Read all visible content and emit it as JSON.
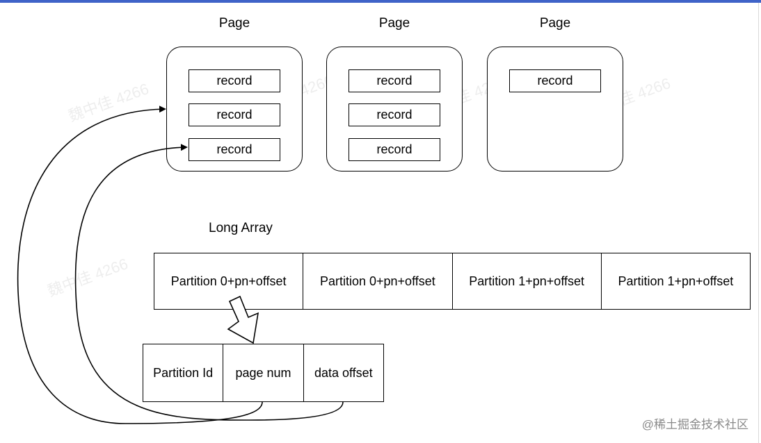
{
  "pages": [
    {
      "title": "Page",
      "records": [
        "record",
        "record",
        "record"
      ]
    },
    {
      "title": "Page",
      "records": [
        "record",
        "record",
        "record"
      ]
    },
    {
      "title": "Page",
      "records": [
        "record"
      ]
    }
  ],
  "long_array": {
    "label": "Long Array",
    "cells": [
      "Partition 0+pn+offset",
      "Partition 0+pn+offset",
      "Partition 1+pn+offset",
      "Partition 1+pn+offset"
    ]
  },
  "pointer_struct": {
    "fields": [
      "Partition Id",
      "page num",
      "data offset"
    ]
  },
  "watermark": "魏中佳 4266",
  "brand": "@稀土掘金技术社区",
  "colors": {
    "top_bar": "#3f63c8",
    "stroke": "#000000",
    "watermark": "#cccccc"
  }
}
